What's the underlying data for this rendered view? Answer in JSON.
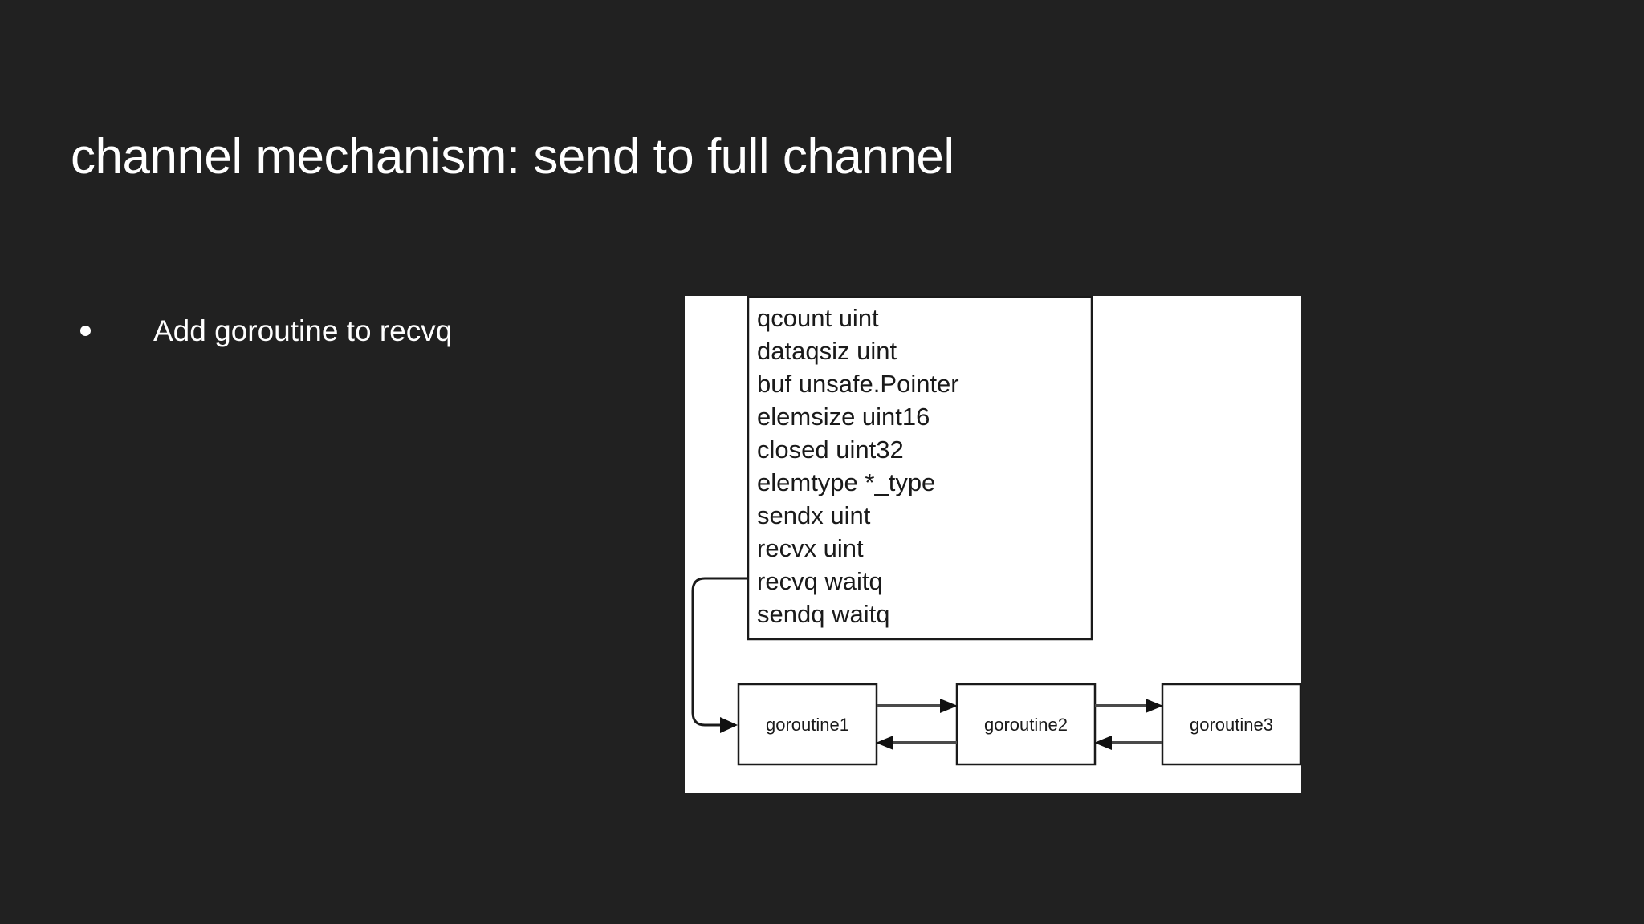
{
  "slide": {
    "title": "channel mechanism: send to full channel",
    "background_color": "#212121",
    "text_color": "#ffffff"
  },
  "bullets": [
    {
      "text": "Add goroutine to recvq"
    }
  ],
  "diagram": {
    "background_color": "#ffffff",
    "struct_box": {
      "fields": [
        "qcount uint",
        "dataqsiz uint",
        "buf unsafe.Pointer",
        "elemsize uint16",
        "closed uint32",
        "elemtype *_type",
        "sendx uint",
        "recvx uint",
        "recvq waitq",
        "sendq waitq"
      ]
    },
    "goroutines": [
      {
        "label": "goroutine1"
      },
      {
        "label": "goroutine2"
      },
      {
        "label": "goroutine3"
      }
    ],
    "connections": [
      {
        "from": "recvq waitq",
        "to": "goroutine1",
        "style": "curved"
      },
      {
        "from": "goroutine1",
        "to": "goroutine2",
        "style": "straight"
      },
      {
        "from": "goroutine2",
        "to": "goroutine1",
        "style": "straight"
      },
      {
        "from": "goroutine2",
        "to": "goroutine3",
        "style": "straight"
      },
      {
        "from": "goroutine3",
        "to": "goroutine2",
        "style": "straight"
      }
    ]
  }
}
